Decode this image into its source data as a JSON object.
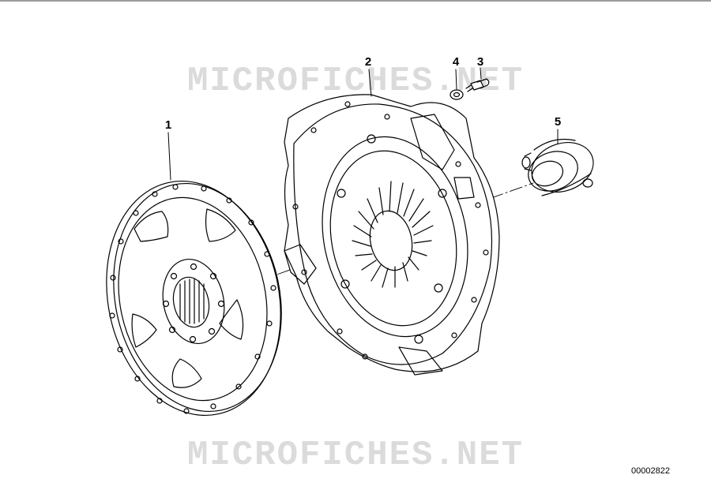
{
  "watermark": "MICROFICHES.NET",
  "diagram_number": "00002822",
  "callouts": [
    "1",
    "2",
    "3",
    "4",
    "5"
  ]
}
